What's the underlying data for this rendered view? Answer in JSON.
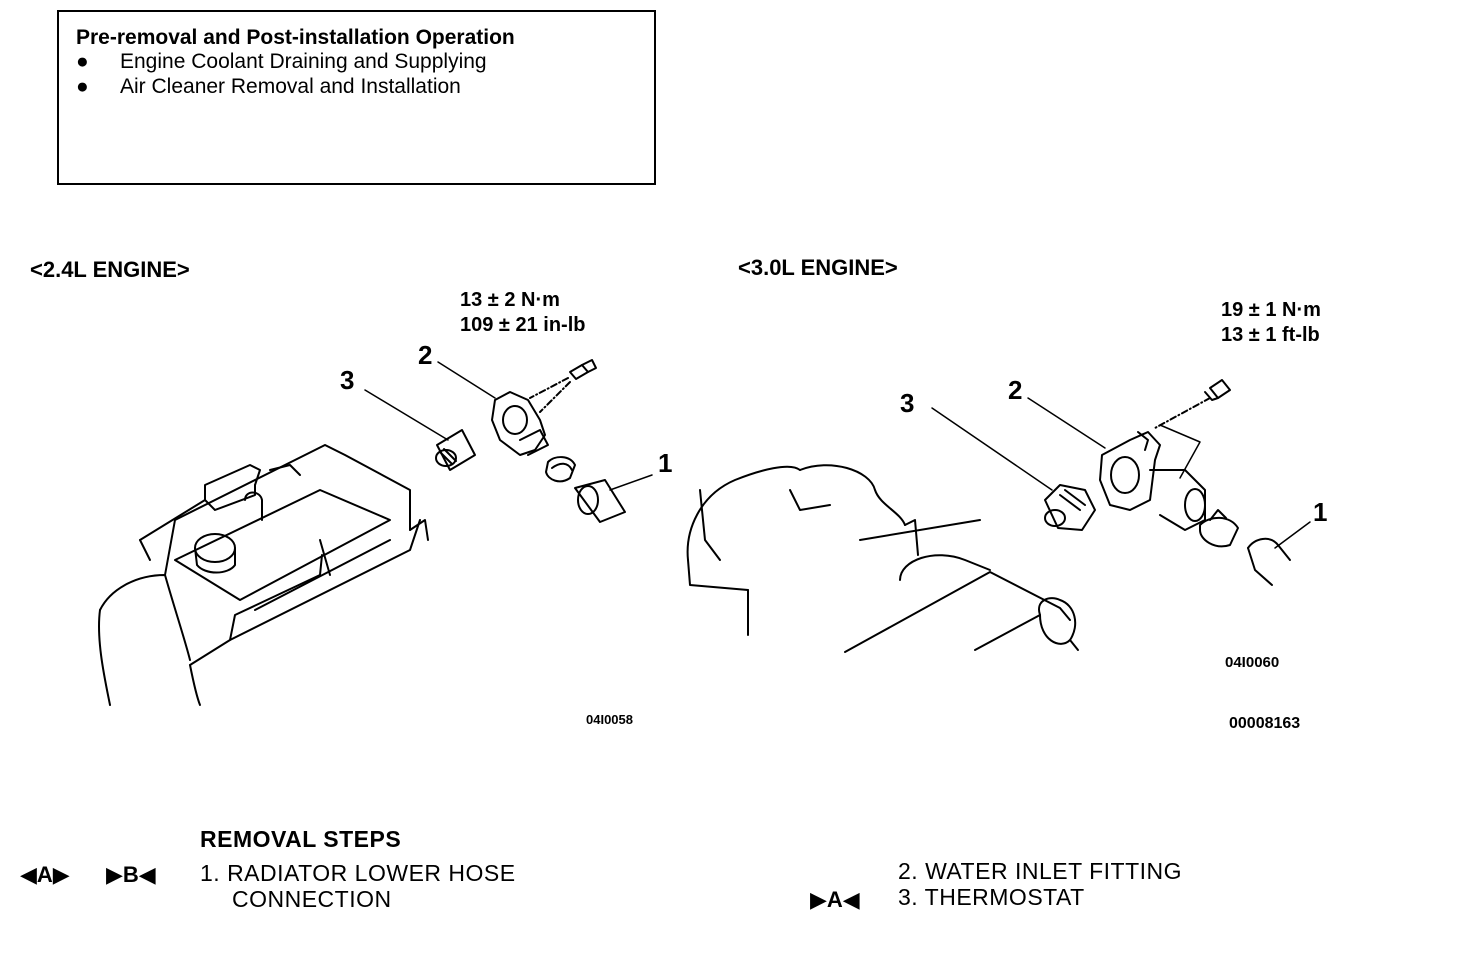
{
  "box": {
    "title": "Pre-removal and Post-installation Operation",
    "items": [
      "Engine Coolant Draining and Supplying",
      "Air Cleaner Removal and Installation"
    ],
    "bullet": "●"
  },
  "engine_24": {
    "label": "<2.4L ENGINE>",
    "torque_nm": "13 ± 2 N·m",
    "torque_imp": "109 ± 21 in-lb",
    "callouts": [
      "1",
      "2",
      "3"
    ],
    "figure_code": "04I0058"
  },
  "engine_30": {
    "label": "<3.0L ENGINE>",
    "torque_nm": "19 ± 1 N·m",
    "torque_imp": "13 ± 1 ft-lb",
    "callouts": [
      "1",
      "2",
      "3"
    ],
    "figure_code": "04I0060"
  },
  "doc_code": "00008163",
  "removal": {
    "title": "REMOVAL STEPS",
    "markers": [
      "◀A▶",
      "▶B◀",
      "▶A◀"
    ],
    "step1_line1": "1. RADIATOR LOWER HOSE",
    "step1_line2": "CONNECTION",
    "step2": "2. WATER INLET FITTING",
    "step3": "3. THERMOSTAT"
  }
}
